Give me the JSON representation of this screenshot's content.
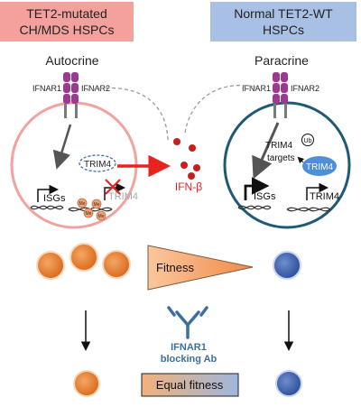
{
  "left_panel": {
    "title_line1": "TET2-mutated",
    "title_line2": "CH/MDS HSPCs",
    "title_bg": "#f4a09c",
    "signaling": "Autocrine",
    "receptor_left": "IFNAR1",
    "receptor_right": "IFNAR2",
    "trim4": "TRIM4",
    "isgs": "ISGs",
    "trim4_gene": "TRIM4",
    "me_label": "Me",
    "cell_border": "#f2a3a0"
  },
  "right_panel": {
    "title_line1": "Normal TET2-WT",
    "title_line2": "HSPCs",
    "title_bg": "#a7c0e4",
    "signaling": "Paracrine",
    "receptor_left": "IFNAR1",
    "receptor_right": "IFNAR2",
    "trim4_protein": "TRIM4",
    "ub_label": "Ub",
    "targets": "targets",
    "trim4_badge": "TRIM4",
    "isgs": "ISGs",
    "trim4_gene": "TRIM4",
    "cell_border": "#1f5a75"
  },
  "center": {
    "ifn_label": "IFN-β",
    "ifn_color": "#e8231f"
  },
  "bottom": {
    "fitness_label": "Fitness",
    "antibody_line1": "IFNAR1",
    "antibody_line2": "blocking Ab",
    "equal_fitness": "Equal fitness",
    "mutant_cell_color": "#e97424",
    "wt_cell_color": "#3f5fa8"
  }
}
